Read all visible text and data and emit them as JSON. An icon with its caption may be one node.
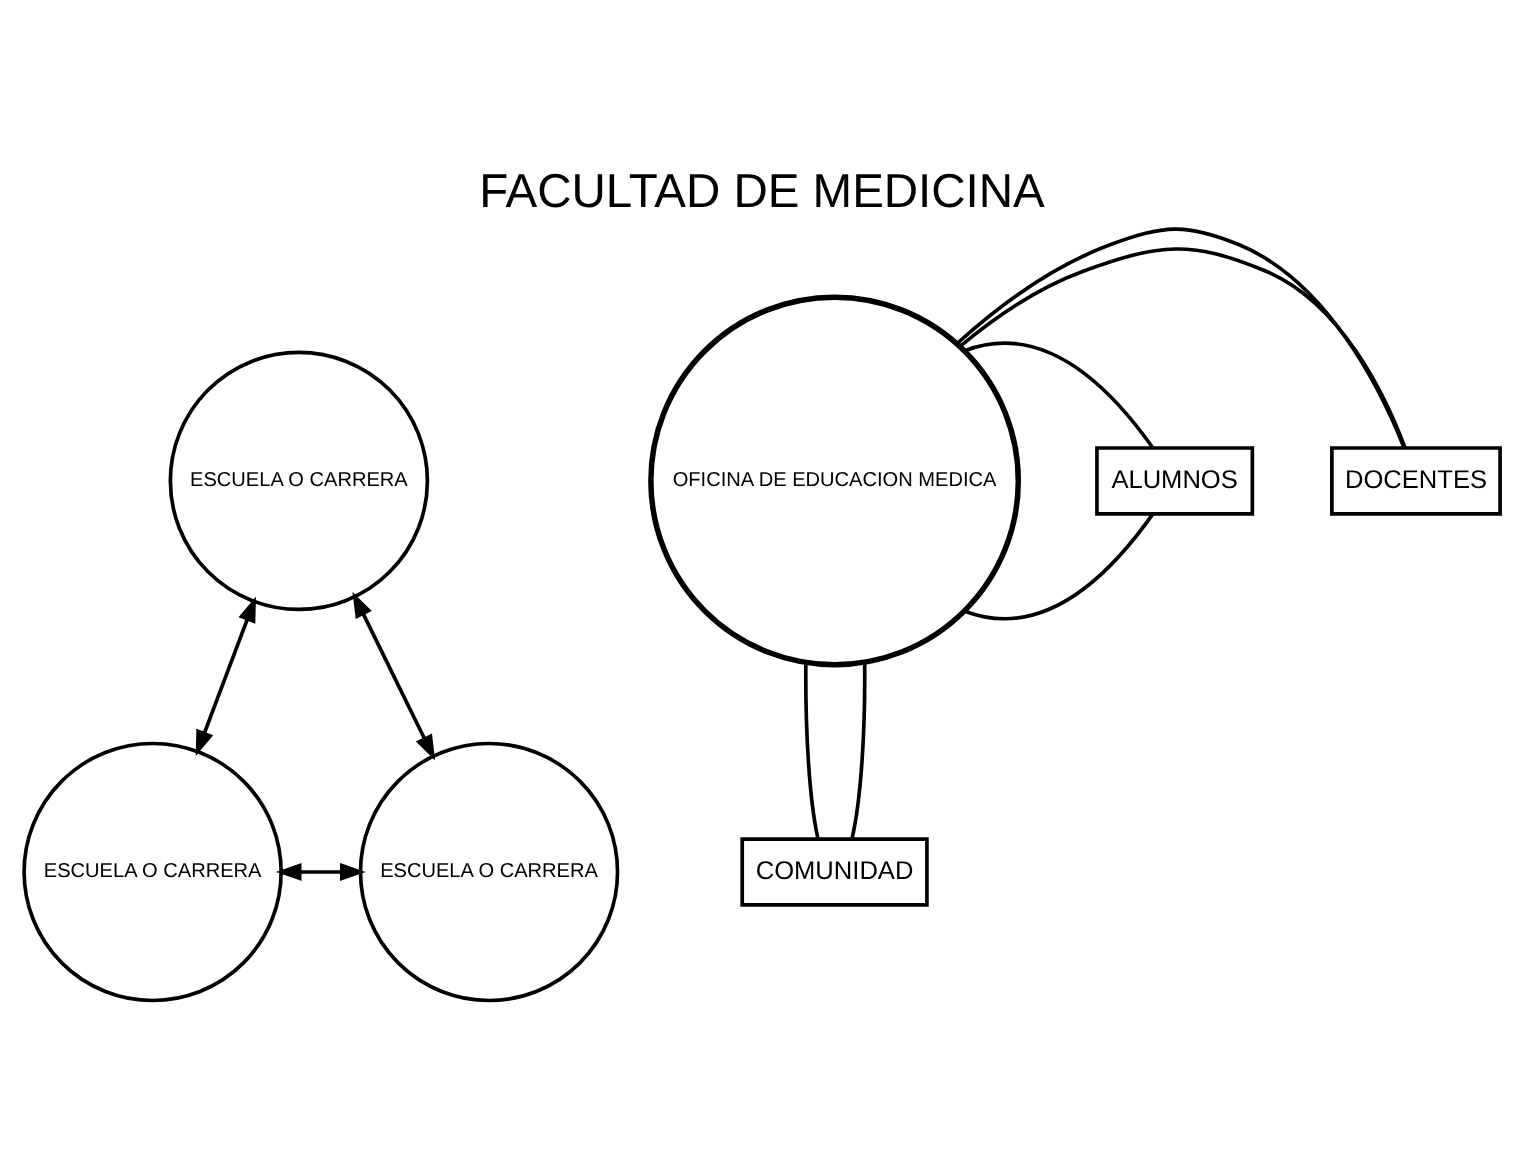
{
  "diagram": {
    "title": "FACULTAD DE MEDICINA",
    "nodes": [
      {
        "text": [
          "ESCUELA O CARRERA"
        ]
      },
      {
        "text": [
          "OFICINA DE EDUCACION MEDICA"
        ]
      },
      {
        "text": [
          "DOCENTES"
        ]
      },
      {
        "text": [
          "ALUMNOS"
        ]
      },
      {
        "text": [
          "ESCUELA O CARRERA"
        ]
      },
      {
        "text": [
          "ESCUELA O CARRERA"
        ]
      },
      {
        "text": [
          "COMUNIDAD"
        ]
      }
    ],
    "edges": [
      {
        "from": 0,
        "to": 4,
        "arrow": "both"
      },
      {
        "from": 0,
        "to": 5,
        "arrow": "both"
      },
      {
        "from": 4,
        "to": 5,
        "arrow": "both"
      },
      {
        "from": 1,
        "to": 2,
        "arrow": "none"
      },
      {
        "from": 1,
        "to": 2,
        "arrow": "none"
      },
      {
        "from": 1,
        "to": 3,
        "arrow": "none"
      },
      {
        "from": 1,
        "to": 3,
        "arrow": "none"
      },
      {
        "from": 1,
        "to": 6,
        "arrow": "none"
      },
      {
        "from": 1,
        "to": 6,
        "arrow": "none"
      }
    ]
  }
}
